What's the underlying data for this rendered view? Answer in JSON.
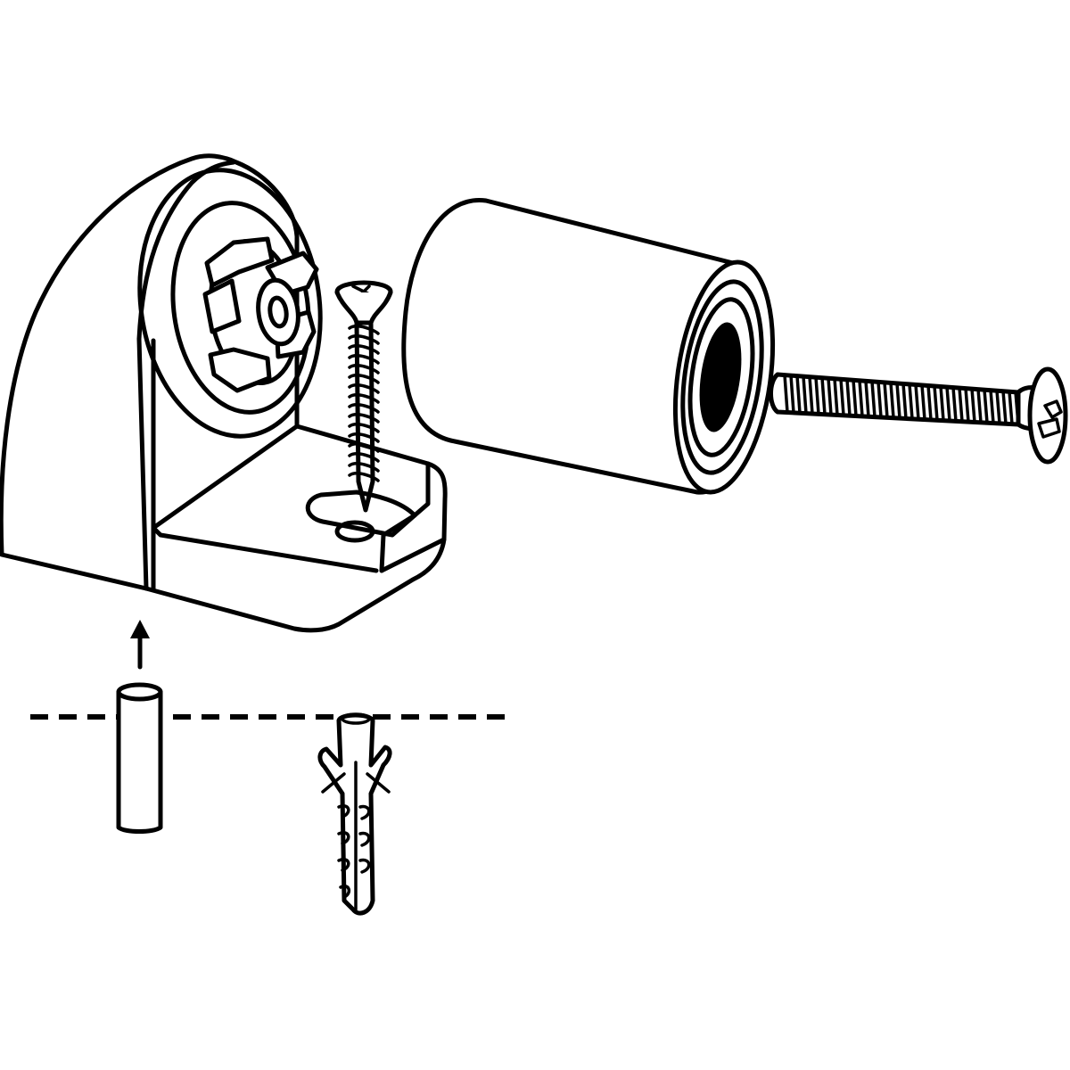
{
  "diagram": {
    "type": "exploded-assembly",
    "line_color": "#000000",
    "background": "#ffffff",
    "parts": [
      {
        "id": "stopper-base",
        "label": ""
      },
      {
        "id": "wood-screw",
        "label": ""
      },
      {
        "id": "rubber-bumper",
        "label": ""
      },
      {
        "id": "machine-screw",
        "label": ""
      },
      {
        "id": "dowel-pin",
        "label": ""
      },
      {
        "id": "wall-plug",
        "label": ""
      }
    ],
    "indicators": [
      {
        "id": "insert-arrow",
        "direction": "up"
      },
      {
        "id": "surface-line",
        "style": "dashed"
      }
    ]
  }
}
